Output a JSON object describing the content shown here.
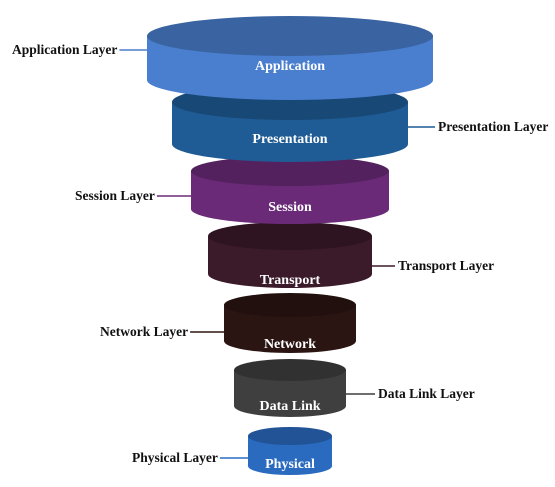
{
  "diagram": {
    "layers": [
      {
        "disc_label": "Application",
        "side_label": "Application Layer",
        "side": "left",
        "color": "#4a7fcf"
      },
      {
        "disc_label": "Presentation",
        "side_label": "Presentation Layer",
        "side": "right",
        "color": "#1f5c96"
      },
      {
        "disc_label": "Session",
        "side_label": "Session Layer",
        "side": "left",
        "color": "#6a2a78"
      },
      {
        "disc_label": "Transport",
        "side_label": "Transport Layer",
        "side": "right",
        "color": "#3b1a2a"
      },
      {
        "disc_label": "Network",
        "side_label": "Network Layer",
        "side": "left",
        "color": "#2b1512"
      },
      {
        "disc_label": "Data Link",
        "side_label": "Data Link Layer",
        "side": "right",
        "color": "#3f3f3f"
      },
      {
        "disc_label": "Physical",
        "side_label": "Physical Layer",
        "side": "left",
        "color": "#2a6bc0"
      }
    ]
  }
}
